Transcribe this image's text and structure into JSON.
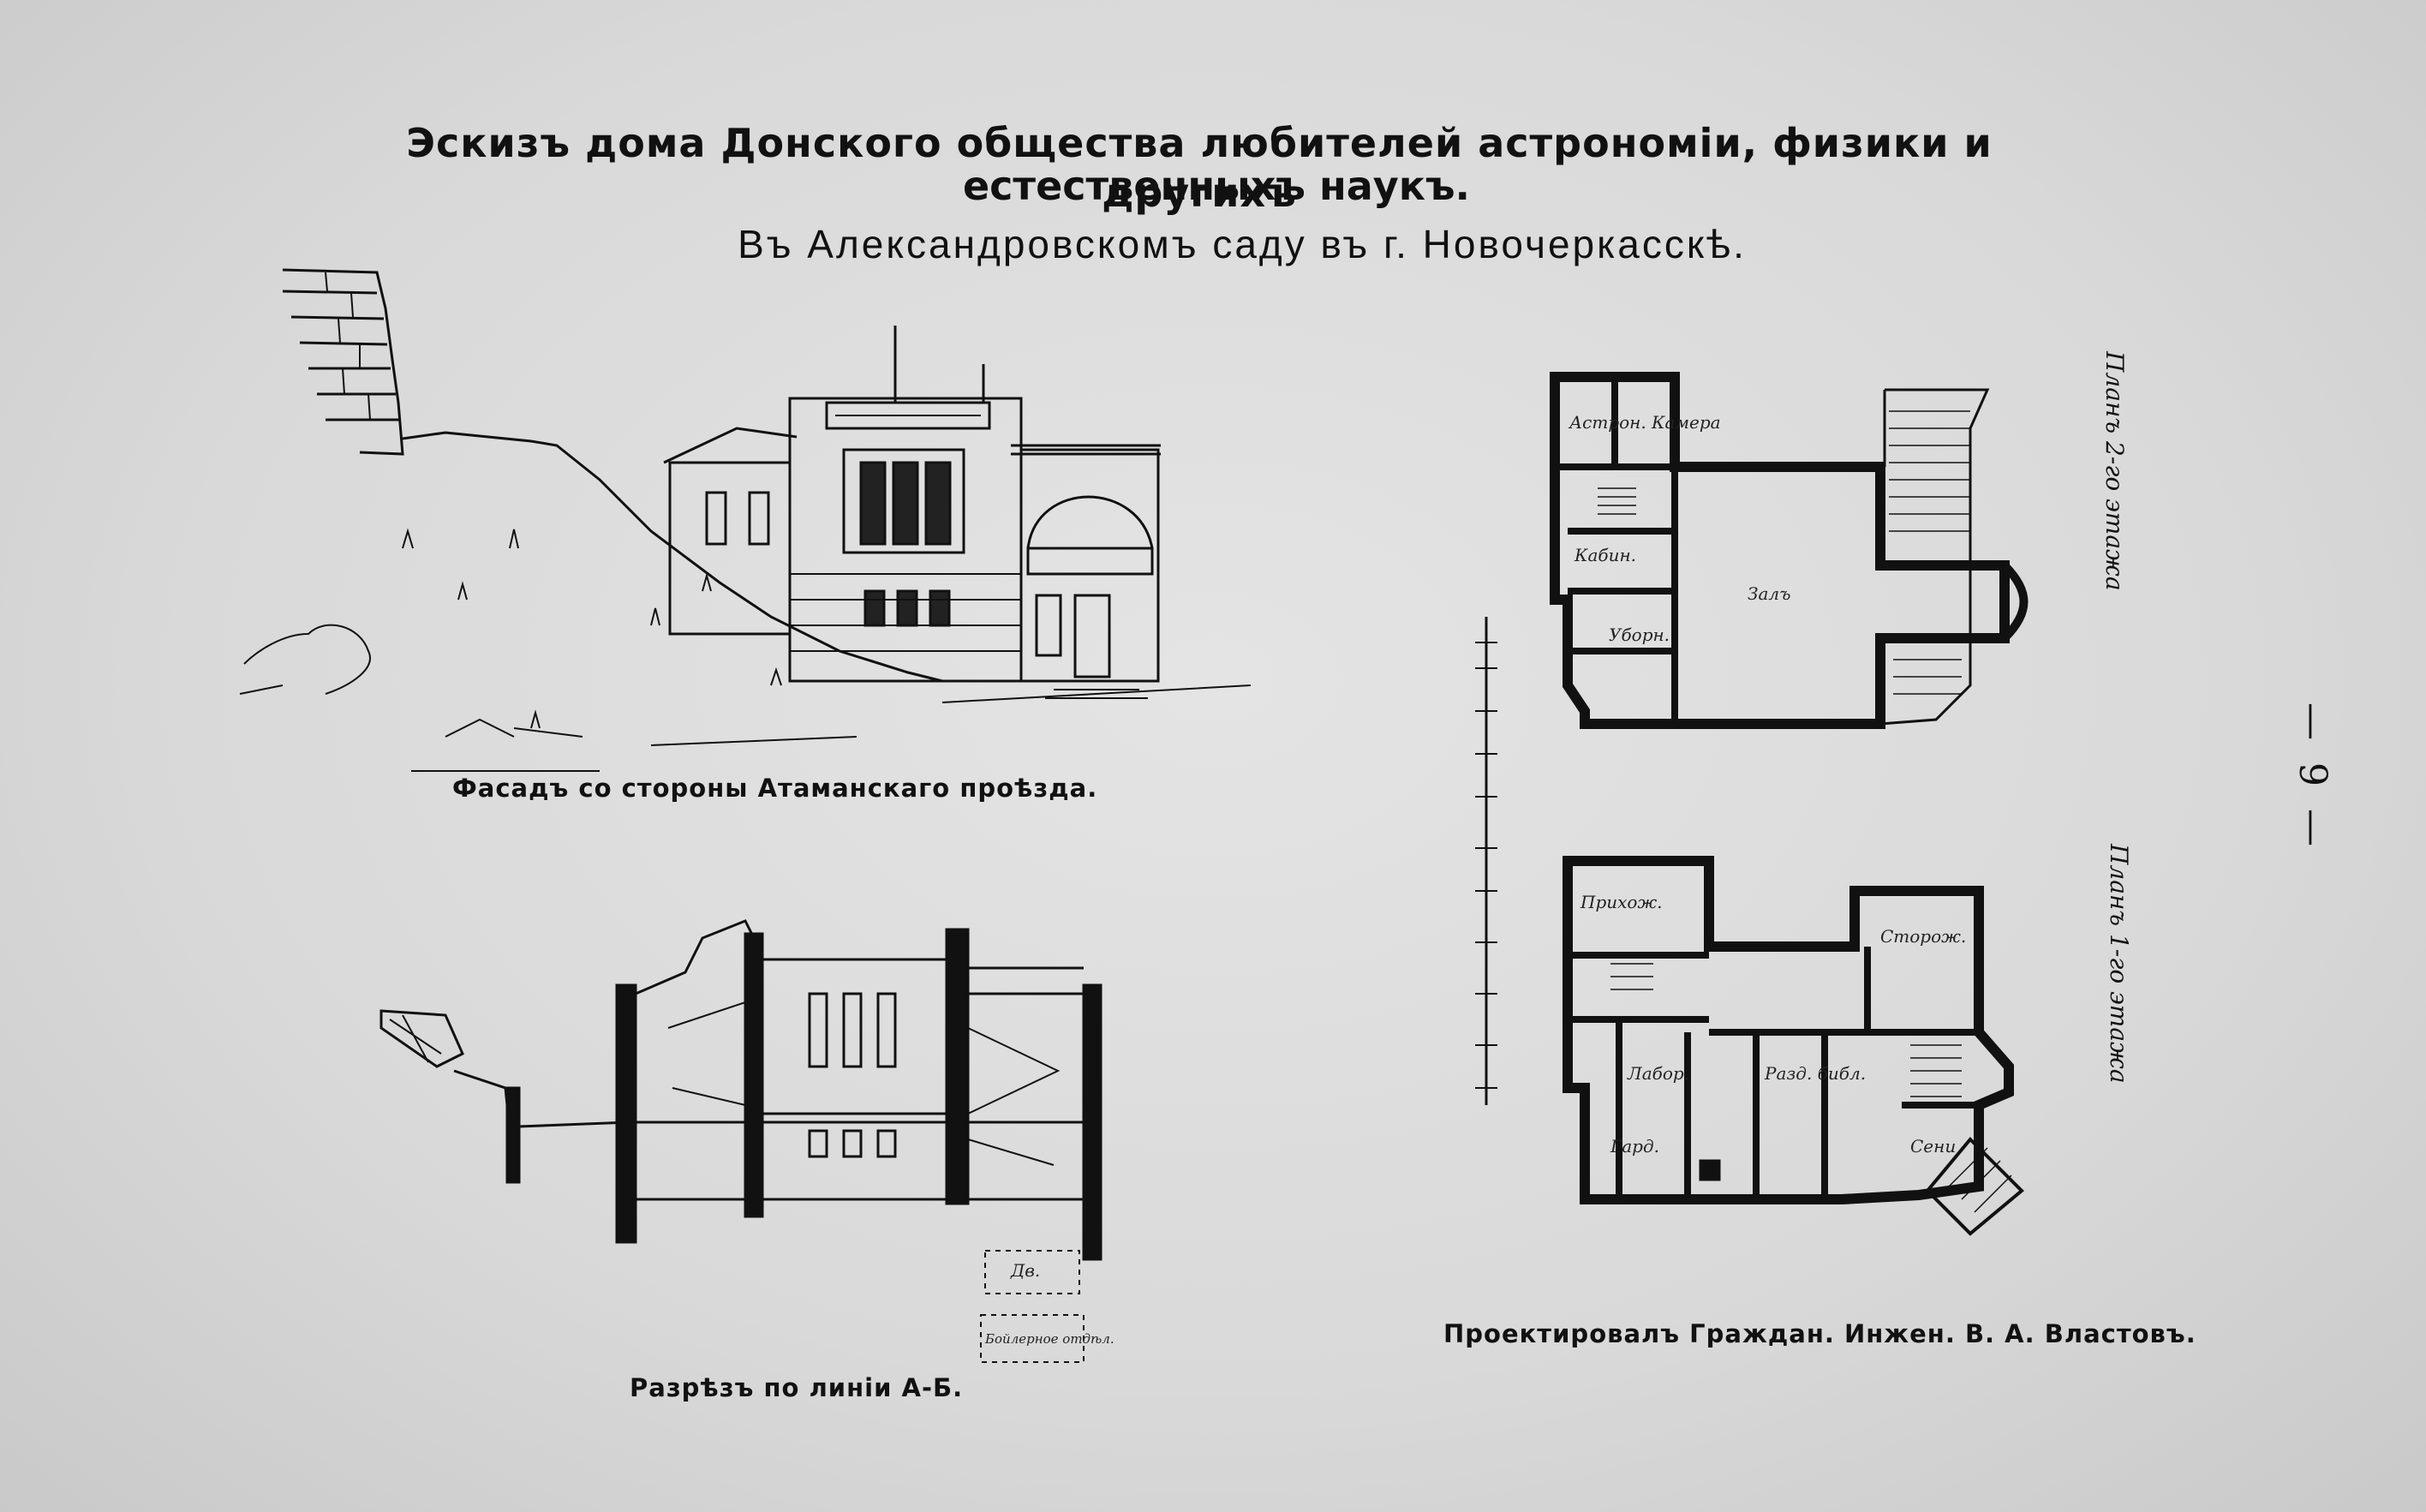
{
  "document": {
    "title_line1": "Эскизъ дома Донского общества любителей астрономіи, физики и другихъ",
    "title_line2": "естественныхъ наукъ.",
    "subtitle": "Въ Александровскомъ саду въ г. Новочеркасскѣ.",
    "page_number": "— 9 —"
  },
  "drawings": {
    "facade_caption": "Фасадъ со стороны Атаманскаго проѣзда.",
    "section_caption": "Разрѣзъ по линіи А-Б.",
    "plan_upper_label": "Планъ 2-го этажа",
    "plan_lower_label": "Планъ 1-го этажа",
    "designer_credit": "Проектировалъ Граждан. Инжен. В. А. Властовъ.",
    "room_labels": {
      "hall": "Залъ",
      "room_a": "Астрон. Камера",
      "room_b": "Кабин.",
      "room_c": "Уборн.",
      "room_d": "Прихож.",
      "room_e": "Лабор.",
      "room_f": "Разд. библ.",
      "room_g": "Сторож.",
      "room_h": "Сени",
      "room_i": "Гард.",
      "cellar": "Дв.",
      "basement": "Бойлерное отдѣл."
    }
  },
  "colors": {
    "paper": "#dcdcdc",
    "ink": "#111111"
  }
}
